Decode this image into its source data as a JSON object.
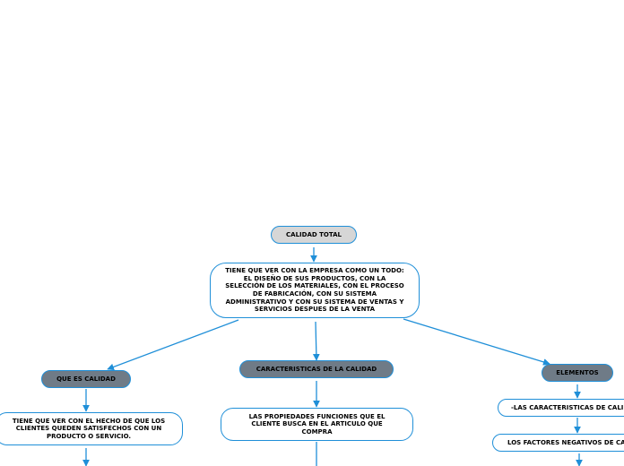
{
  "diagram": {
    "root": "CALIDAD TOTAL",
    "definition": "TIENE QUE VER CON LA EMPRESA COMO UN TODO: EL DISEÑO DE SUS PRODUCTOS, CON LA SELECCIÓN DE LOS MATERIALES, CON EL PROCESO DE FABRICACIÓN, CON SU SISTEMA ADMINISTRATIVO Y CON SU SISTEMA DE VENTAS Y SERVICIOS DESPUES DE LA VENTA",
    "branches": [
      {
        "title": "QUE ES CALIDAD",
        "children": [
          "TIENE QUE VER CON EL HECHO DE QUE LOS CLIENTES QUEDEN SATISFECHOS CON UN PRODUCTO O SERVICIO."
        ]
      },
      {
        "title": "CARACTERISTICAS DE LA CALIDAD",
        "children": [
          "LAS PROPIEDADES FUNCIONES QUE EL CLIENTE BUSCA EN EL ARTICULO QUE COMPRA"
        ]
      },
      {
        "title": "ELEMENTOS",
        "children": [
          "-LAS CARACTERISTICAS DE CALIDAD",
          "LOS FACTORES NEGATIVOS DE CALIDAD"
        ]
      }
    ]
  },
  "colors": {
    "connector": "#1f8fd8",
    "root_fill": "#d6d6d6",
    "branch_fill": "#6f7b87",
    "node_border": "#1f8fd8"
  }
}
